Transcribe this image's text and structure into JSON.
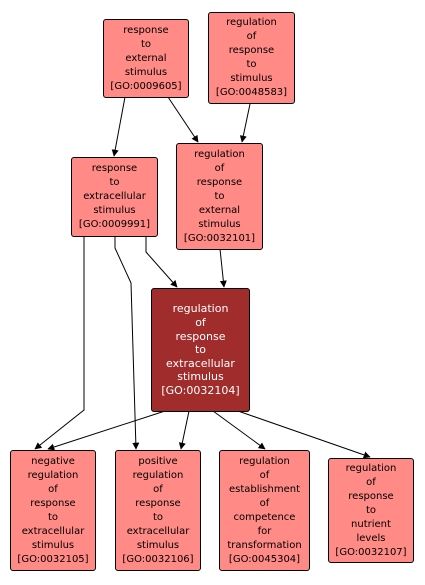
{
  "colors": {
    "node": "#ff8a86",
    "focus": "#a02c2c",
    "focus_text": "#ffffff",
    "edge": "#000000"
  },
  "nodes": [
    {
      "name": "node-GO-0009605",
      "lines": [
        "response",
        "to",
        "external",
        "stimulus"
      ],
      "id": "[GO:0009605]"
    },
    {
      "name": "node-GO-0048583",
      "lines": [
        "regulation",
        "of",
        "response",
        "to",
        "stimulus"
      ],
      "id": "[GO:0048583]"
    },
    {
      "name": "node-GO-0009991",
      "lines": [
        "response",
        "to",
        "extracellular",
        "stimulus"
      ],
      "id": "[GO:0009991]"
    },
    {
      "name": "node-GO-0032101",
      "lines": [
        "regulation",
        "of",
        "response",
        "to",
        "external",
        "stimulus"
      ],
      "id": "[GO:0032101]"
    },
    {
      "name": "node-GO-0032104",
      "lines": [
        "regulation",
        "of",
        "response",
        "to",
        "extracellular",
        "stimulus"
      ],
      "id": "[GO:0032104]",
      "focus": true
    },
    {
      "name": "node-GO-0032105",
      "lines": [
        "negative",
        "regulation",
        "of",
        "response",
        "to",
        "extracellular",
        "stimulus"
      ],
      "id": "[GO:0032105]"
    },
    {
      "name": "node-GO-0032106",
      "lines": [
        "positive",
        "regulation",
        "of",
        "response",
        "to",
        "extracellular",
        "stimulus"
      ],
      "id": "[GO:0032106]"
    },
    {
      "name": "node-GO-0045304",
      "lines": [
        "regulation",
        "of",
        "establishment",
        "of",
        "competence",
        "for",
        "transformation"
      ],
      "id": "[GO:0045304]"
    },
    {
      "name": "node-GO-0032107",
      "lines": [
        "regulation",
        "of",
        "response",
        "to",
        "nutrient",
        "levels"
      ],
      "id": "[GO:0032107]"
    }
  ],
  "edges": [
    {
      "from": "GO:0009605",
      "to": "GO:0009991"
    },
    {
      "from": "GO:0009605",
      "to": "GO:0032101"
    },
    {
      "from": "GO:0048583",
      "to": "GO:0032101"
    },
    {
      "from": "GO:0009991",
      "to": "GO:0032104"
    },
    {
      "from": "GO:0009991",
      "to": "GO:0032105"
    },
    {
      "from": "GO:0009991",
      "to": "GO:0032106"
    },
    {
      "from": "GO:0032101",
      "to": "GO:0032104"
    },
    {
      "from": "GO:0032104",
      "to": "GO:0032105"
    },
    {
      "from": "GO:0032104",
      "to": "GO:0032106"
    },
    {
      "from": "GO:0032104",
      "to": "GO:0045304"
    },
    {
      "from": "GO:0032104",
      "to": "GO:0032107"
    }
  ]
}
